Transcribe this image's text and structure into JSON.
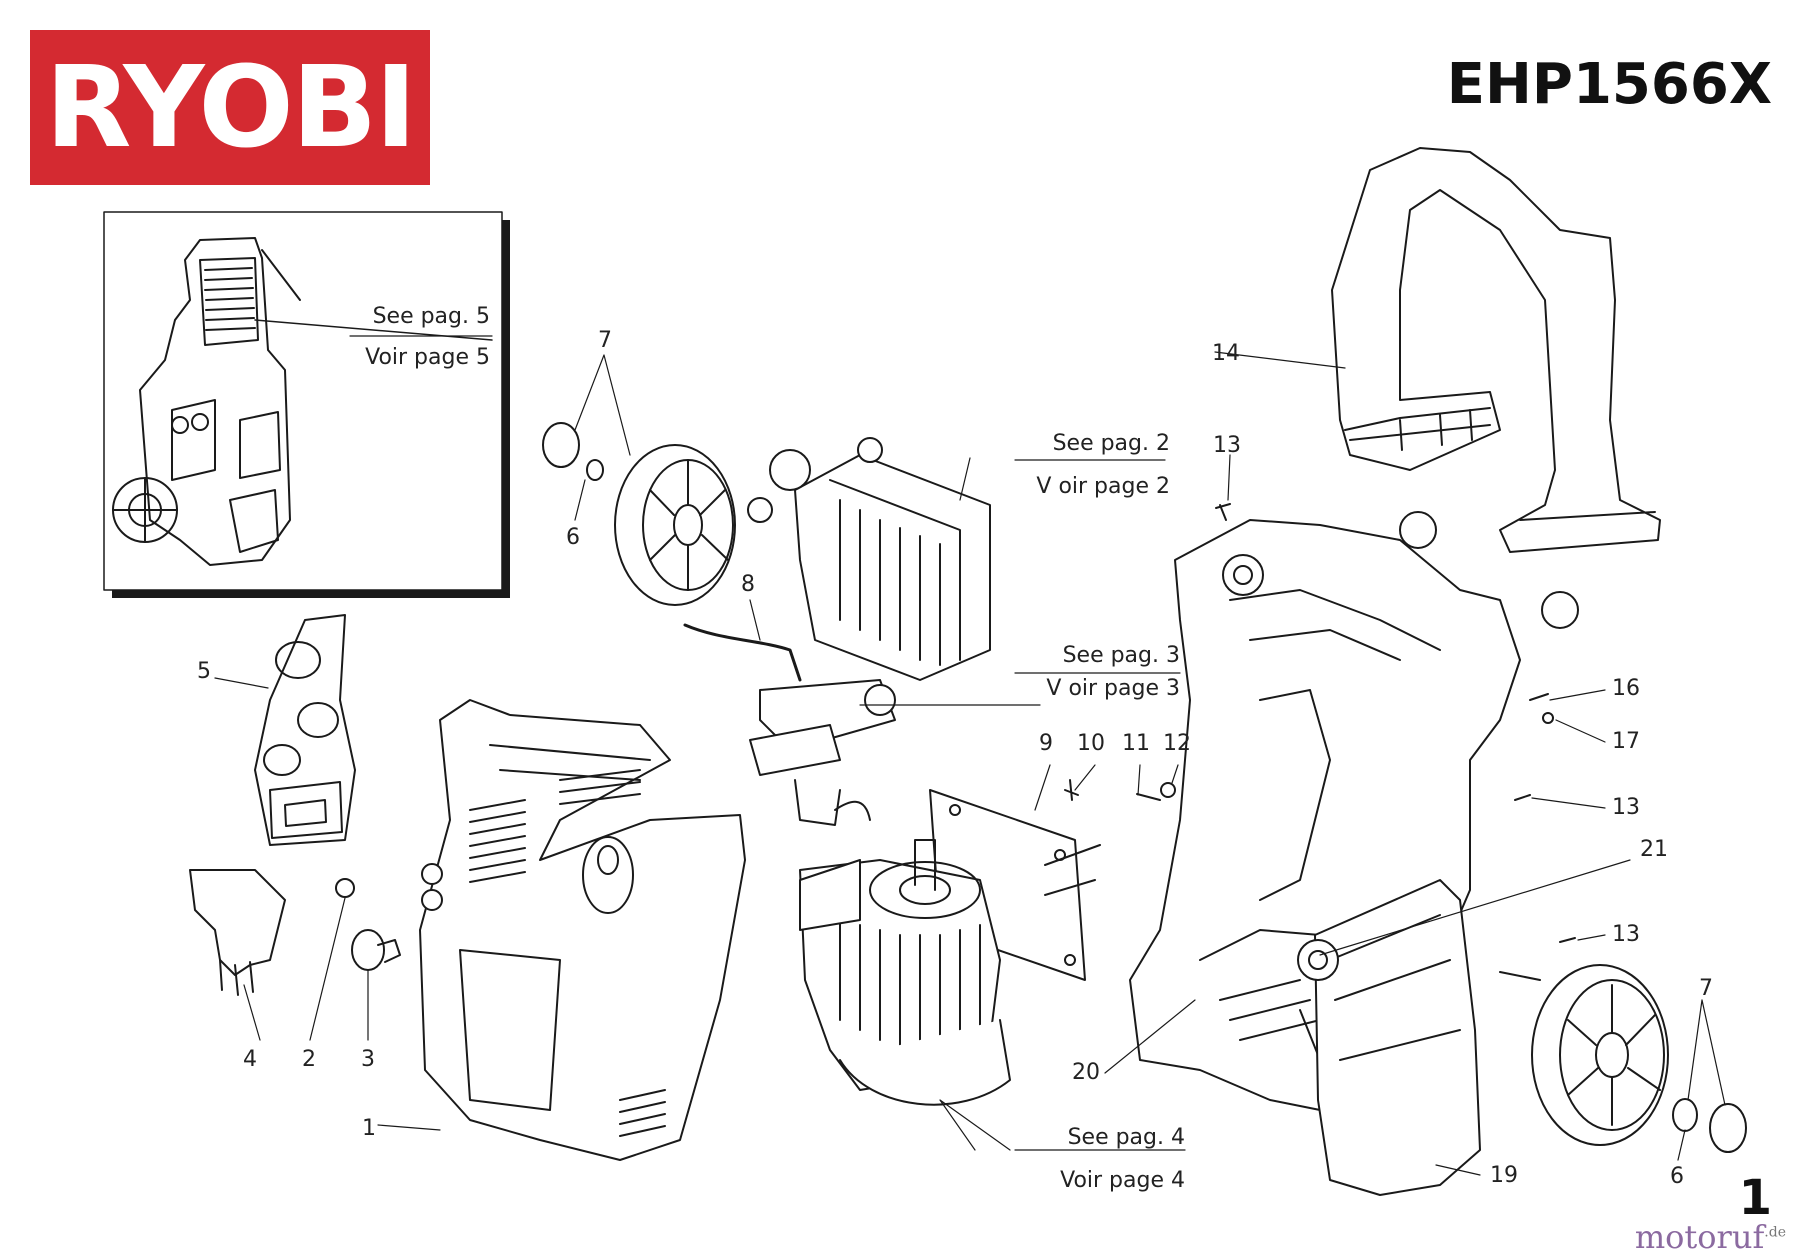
{
  "header": {
    "brand": "RYOBI",
    "brand_color": "#d42a31",
    "model": "EHP1566X"
  },
  "page_number": "1",
  "watermark": {
    "name": "motoruf",
    "suffix": ".de"
  },
  "references": {
    "hose_reel": {
      "en": "See pag. 5",
      "fr": "Voir page 5"
    },
    "pump": {
      "en": "See pag. 2",
      "fr": "V  oir page 2"
    },
    "valve": {
      "en": "See pag. 3",
      "fr": "V  oir page 3"
    },
    "motor": {
      "en": "See pag. 4",
      "fr": "Voir page 4"
    }
  },
  "callouts": {
    "c1": "1",
    "c2": "2",
    "c3": "3",
    "c4": "4",
    "c5": "5",
    "c6a": "6",
    "c6b": "6",
    "c7a": "7",
    "c7b": "7",
    "c8": "8",
    "c9": "9",
    "c10": "10",
    "c11": "11",
    "c12": "12",
    "c13a": "13",
    "c13b": "13",
    "c13c": "13",
    "c14": "14",
    "c16": "16",
    "c17": "17",
    "c19": "19",
    "c20": "20",
    "c21": "21"
  }
}
